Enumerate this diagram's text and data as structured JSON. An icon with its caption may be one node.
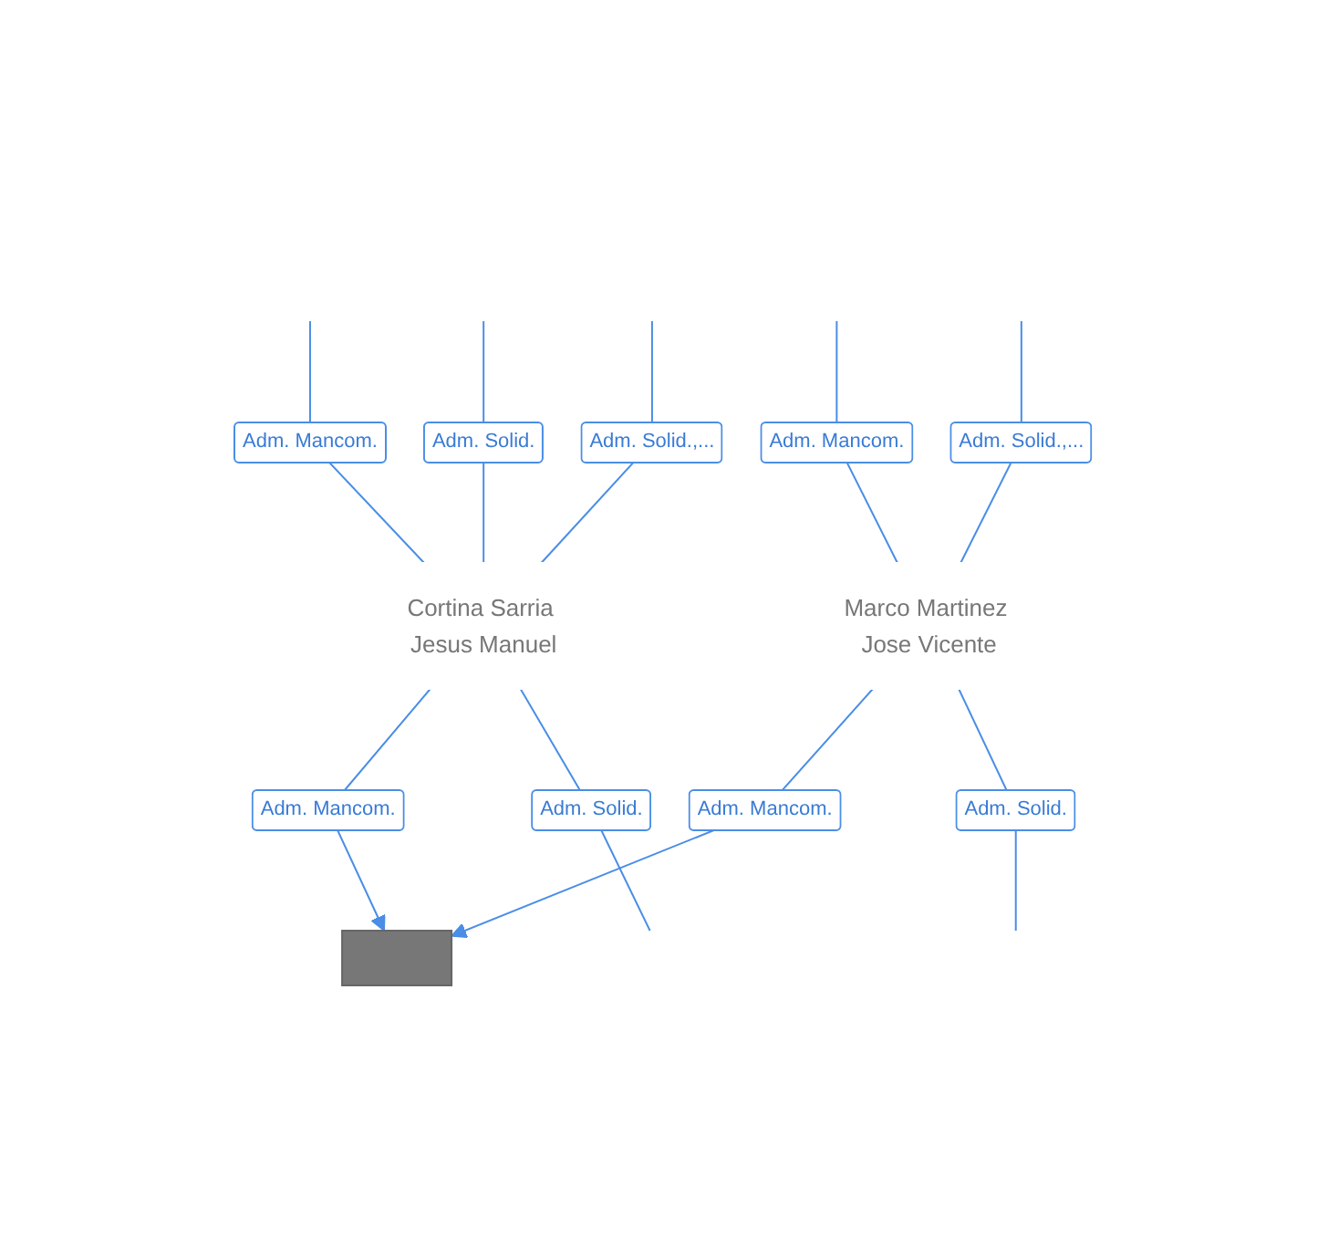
{
  "diagram": {
    "nodes": [
      {
        "text": [
          "Cortina Sarria Jesus Manuel"
        ]
      },
      {
        "text": [
          "Marco Martinez Jose Vicente"
        ]
      },
      {
        "text": [],
        "shape": "building"
      }
    ],
    "edges": [
      {
        "from": 1,
        "to": null,
        "arrow": "none",
        "label": "Adm. Mancom."
      },
      {
        "from": 0,
        "to": null,
        "arrow": "none",
        "label": "Adm. Mancom."
      },
      {
        "from": 0,
        "to": null,
        "arrow": "none",
        "label": "Adm. Solid."
      },
      {
        "from": 0,
        "to": null,
        "arrow": "none",
        "label": "Adm. Solid.,..."
      },
      {
        "from": 1,
        "to": null,
        "arrow": "none",
        "label": "Adm. Solid.,..."
      },
      {
        "from": 0,
        "to": 2,
        "arrow": "to",
        "label": "Adm. Mancom."
      },
      {
        "from": 0,
        "to": null,
        "arrow": "none",
        "label": "Adm. Solid."
      },
      {
        "from": 1,
        "to": 2,
        "arrow": "to",
        "label": "Adm. Mancom."
      },
      {
        "from": 1,
        "to": null,
        "arrow": "none",
        "label": "Adm. Solid."
      }
    ]
  }
}
